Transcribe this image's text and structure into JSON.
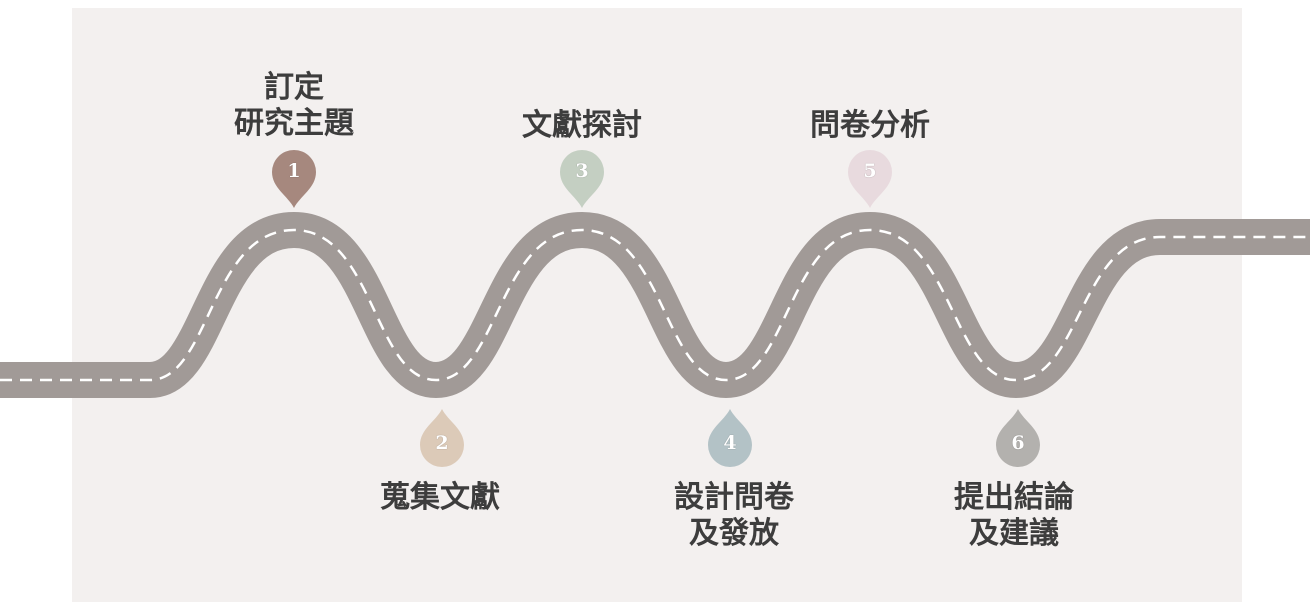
{
  "steps": [
    {
      "number": "1",
      "lines": [
        "訂定",
        "研究主題"
      ],
      "color": "#a6887e",
      "position": "top"
    },
    {
      "number": "2",
      "lines": [
        "蒐集文獻"
      ],
      "color": "#dccab8",
      "position": "bottom"
    },
    {
      "number": "3",
      "lines": [
        "文獻探討"
      ],
      "color": "#c4cfc2",
      "position": "top"
    },
    {
      "number": "4",
      "lines": [
        "設計問卷",
        "及發放"
      ],
      "color": "#b3c2c6",
      "position": "bottom"
    },
    {
      "number": "5",
      "lines": [
        "問卷分析"
      ],
      "color": "#e8dade",
      "position": "top"
    },
    {
      "number": "6",
      "lines": [
        "提出結論",
        "及建議"
      ],
      "color": "#b3b1ae",
      "position": "bottom"
    }
  ],
  "road": {
    "color": "#a19a97",
    "dash_color": "#ffffff"
  }
}
